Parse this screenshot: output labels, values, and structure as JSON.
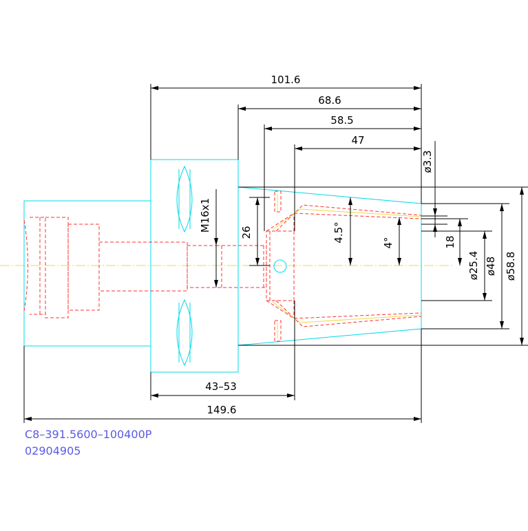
{
  "drawing": {
    "dimensions": {
      "overall_upper": "101.6",
      "d68": "68.6",
      "d58": "58.5",
      "d47": "47",
      "dia3": "ø3.3",
      "thread": "M16x1",
      "d26": "26",
      "ang45": "4.5°",
      "ang4": "4°",
      "d18": "18",
      "dia25": "ø25.4",
      "dia48": "ø48",
      "dia58": "ø58.8",
      "range": "43–53",
      "overall": "149.6"
    },
    "part_number": "C8–391.5600–100400P",
    "item_code": "02904905",
    "colors": {
      "outline": "#00d8e8",
      "hidden": "#ff3030",
      "center": "#f0d84a",
      "dimension": "#000000",
      "caption": "#5a5ae6"
    }
  }
}
